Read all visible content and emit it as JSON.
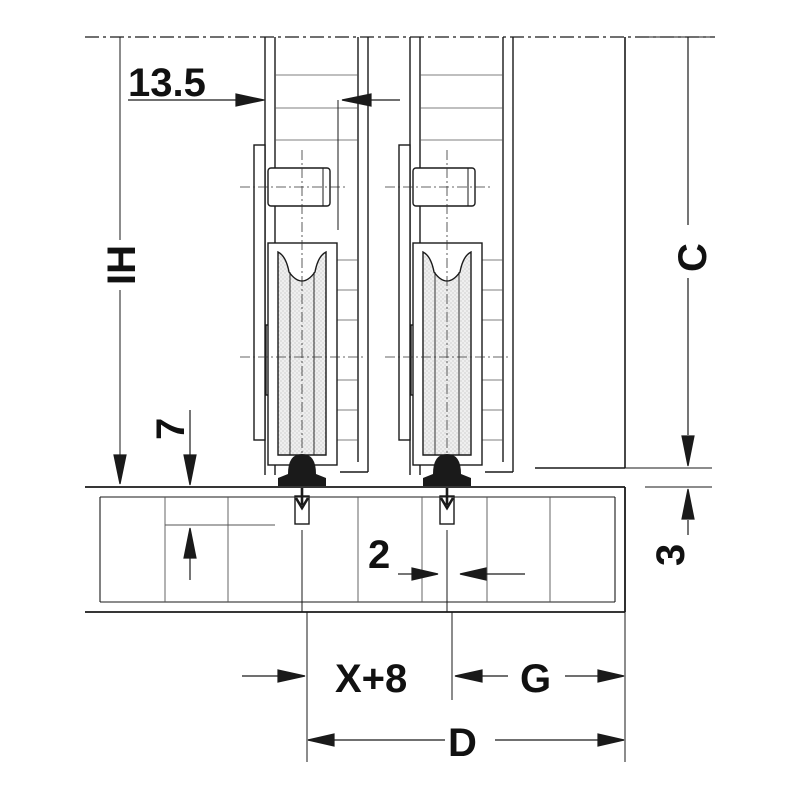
{
  "colors": {
    "line": "#1a1a1a",
    "thin": "#555555",
    "hatch": "#cfcfcf",
    "wheel_fill": "#e6e6e6",
    "background": "#ffffff"
  },
  "labels": {
    "dim_13_5": "13.5",
    "dim_ih": "IH",
    "dim_c": "C",
    "dim_7": "7",
    "dim_3": "3",
    "dim_2": "2",
    "dim_x8": "X+8",
    "dim_g": "G",
    "dim_d": "D"
  }
}
